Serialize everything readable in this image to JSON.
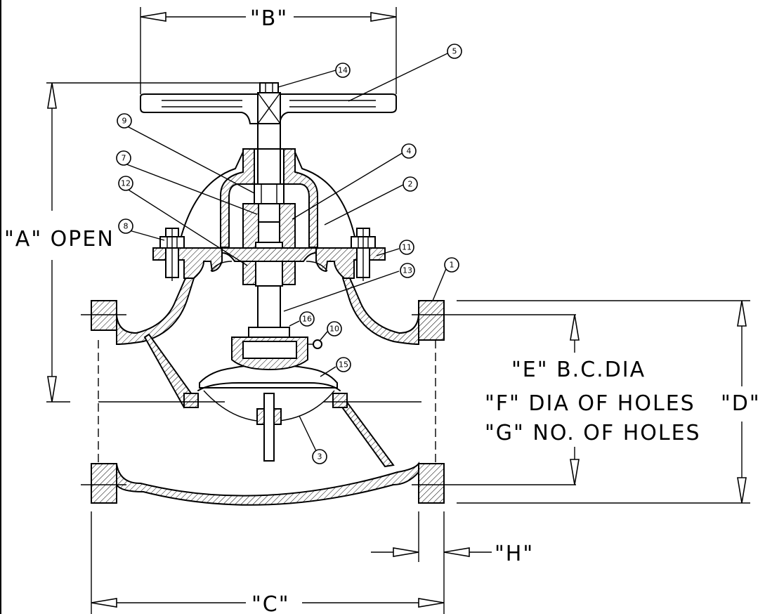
{
  "dimensions": {
    "a_open": "\"A\"  OPEN",
    "b": "\"B\"",
    "c": "\"C\"",
    "d": "\"D\"",
    "e_bc_dia": "\"E\"  B.C.DIA",
    "f_dia_holes": "\"F\"  DIA OF HOLES",
    "g_no_holes": "\"G\"  NO. OF HOLES",
    "h": "\"H\""
  },
  "balloons": {
    "b1": "1",
    "b2": "2",
    "b3": "3",
    "b4": "4",
    "b5": "5",
    "b7": "7",
    "b8": "8",
    "b9": "9",
    "b10": "10",
    "b11": "11",
    "b12": "12",
    "b13": "13",
    "b14": "14",
    "b15": "15",
    "b16": "16"
  }
}
